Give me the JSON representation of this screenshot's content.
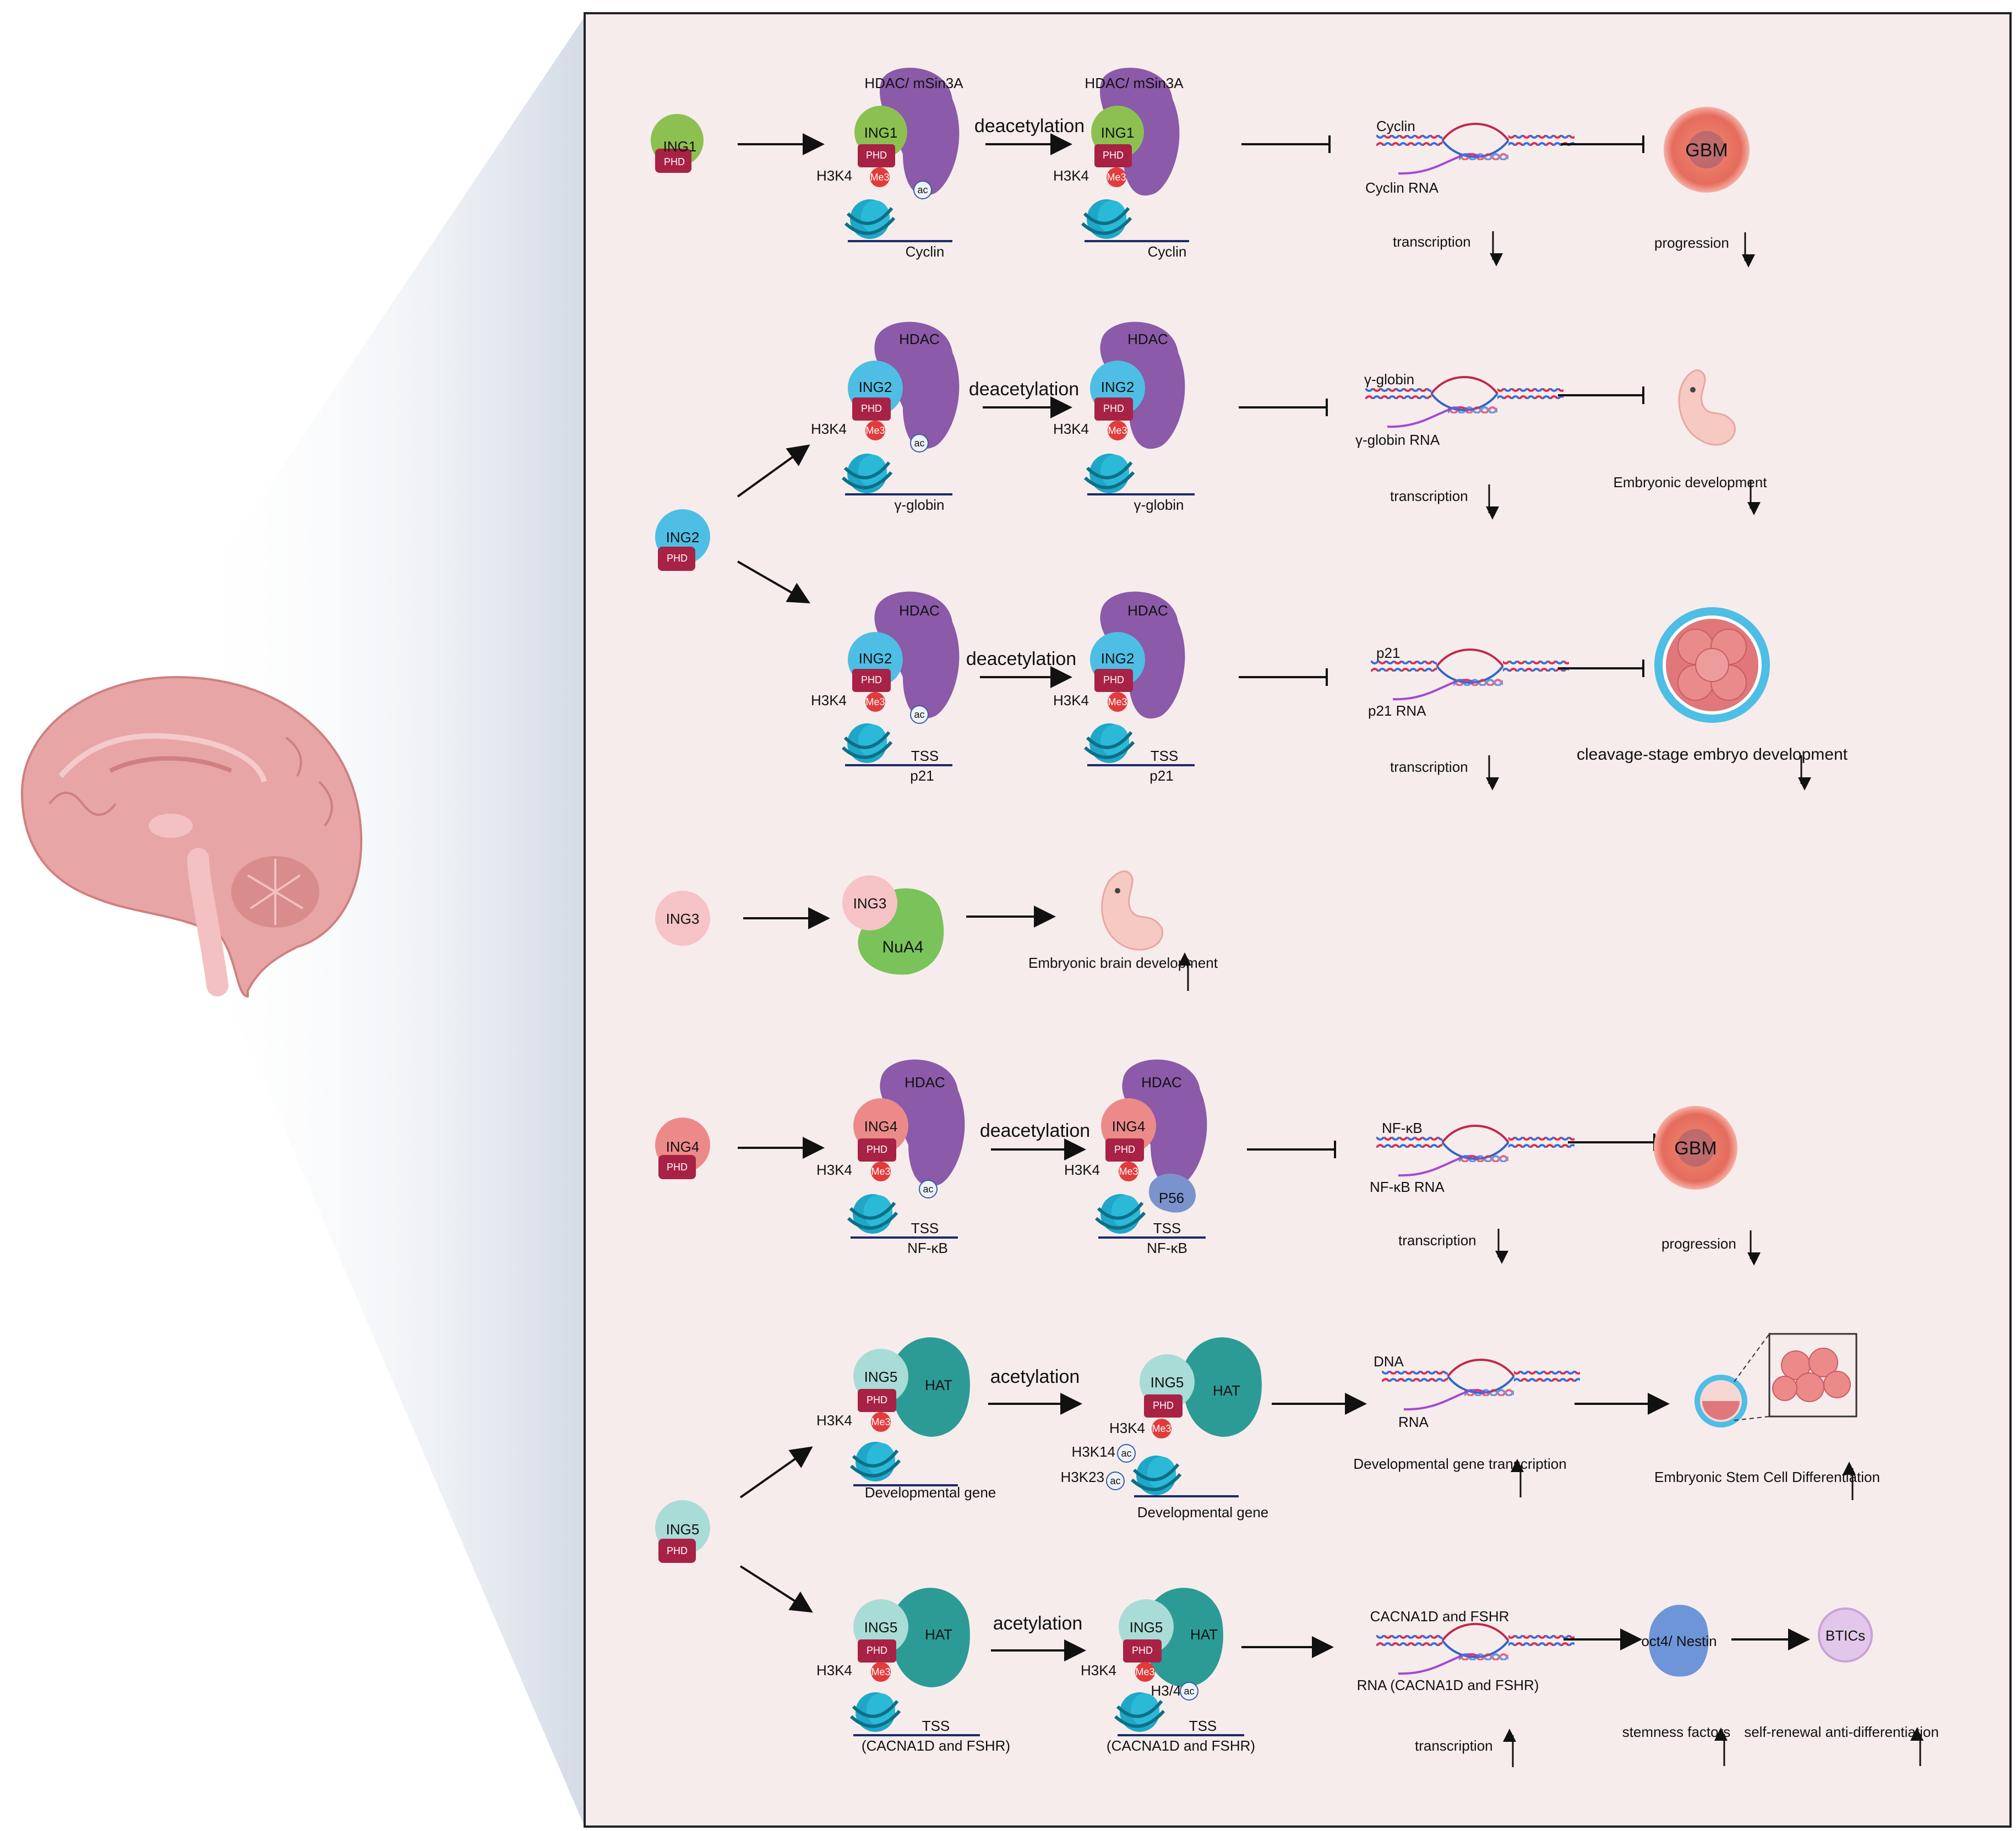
{
  "proteins": {
    "ing1": "ING1",
    "ing2": "ING2",
    "ing3": "ING3",
    "ing4": "ING4",
    "ing5": "ING5",
    "phd": "PHD",
    "me3": "Me3",
    "ac": "ac",
    "hdac_msin3a": "HDAC/ mSin3A",
    "hdac": "HDAC",
    "hat": "HAT",
    "nua4": "NuA4",
    "p56": "P56"
  },
  "marks": {
    "h3k4": "H3K4",
    "h3k14": "H3K14",
    "h3k23": "H3K23",
    "h34": "H3/4"
  },
  "processes": {
    "deacetylation": "deacetylation",
    "acetylation": "acetylation",
    "transcription": "transcription",
    "progression": "progression"
  },
  "genes": {
    "cyclin": "Cyclin",
    "cyclin_rna": "Cyclin RNA",
    "gamma_globin": "γ-globin",
    "gamma_globin_rna": "γ-globin  RNA",
    "p21": "p21",
    "p21_rna": "p21  RNA",
    "tss": "TSS",
    "nfkb": "NF-κB",
    "nfkb_rna": "NF-κB  RNA",
    "dev_gene": "Developmental gene",
    "dna": "DNA",
    "rna": "RNA",
    "cacna": "CACNA1D and FSHR",
    "cacna_tss": "(CACNA1D and FSHR)",
    "rna_cacna": "RNA (CACNA1D and FSHR)",
    "oct4": "oct4/ Nestin",
    "btics": "BTICs"
  },
  "outcomes": {
    "gbm": "GBM",
    "embryonic_development": "Embryonic development",
    "cleavage": "cleavage-stage embryo development",
    "embryonic_brain": "Embryonic brain development",
    "dev_gene_transcription": "Developmental gene transcription",
    "esc_diff": "Embryonic Stem Cell Differentiation",
    "stemness": "stemness factors",
    "self_renewal": "self-renewal anti-differentiation"
  },
  "colors": {
    "panel_bg": "#f7ecec",
    "ing1": "#8cc152",
    "ing2": "#4ebee5",
    "ing3": "#f6c3c6",
    "ing4": "#ec8a8a",
    "ing5": "#a9dcd6",
    "phd": "#a82245",
    "hdac": "#8b5aa8",
    "hat": "#2c9b96",
    "nua4": "#7ac35a",
    "nucleosome": "#1fa7c8",
    "gbm": "#e9735f",
    "brain": "#e7a5a5"
  }
}
